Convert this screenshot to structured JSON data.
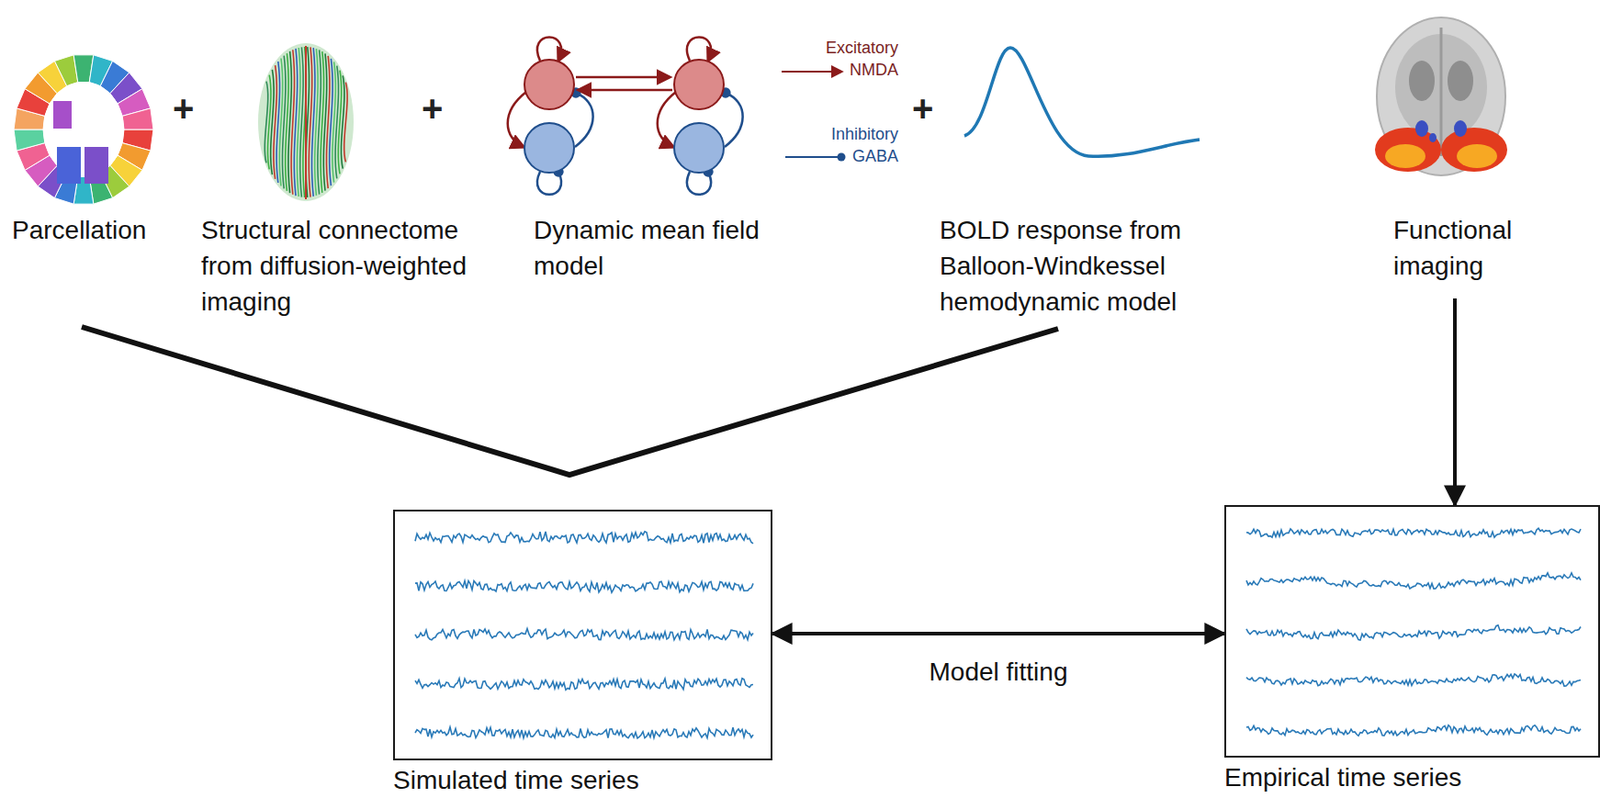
{
  "diagram": {
    "nodes": [
      {
        "text": [
          "Parcellation"
        ]
      },
      {
        "text": [
          "Structural connectome from diffusion-weighted imaging"
        ]
      },
      {
        "text": [
          "Dynamic mean field model"
        ]
      },
      {
        "text": [
          "BOLD response from Balloon-Windkessel hemodynamic model"
        ]
      },
      {
        "text": [
          "Functional imaging"
        ]
      },
      {
        "text": [
          "Simulated time series"
        ]
      },
      {
        "text": [
          "Empirical time series"
        ]
      }
    ],
    "edges": [
      {
        "from": 4,
        "to": 6,
        "arrow": "to"
      },
      {
        "from": 5,
        "to": 6,
        "label": "Model fitting",
        "arrow": "both"
      }
    ],
    "labels": [
      "+",
      "+",
      "+",
      "Excitatory NMDA",
      "Inhibitory GABA"
    ]
  }
}
